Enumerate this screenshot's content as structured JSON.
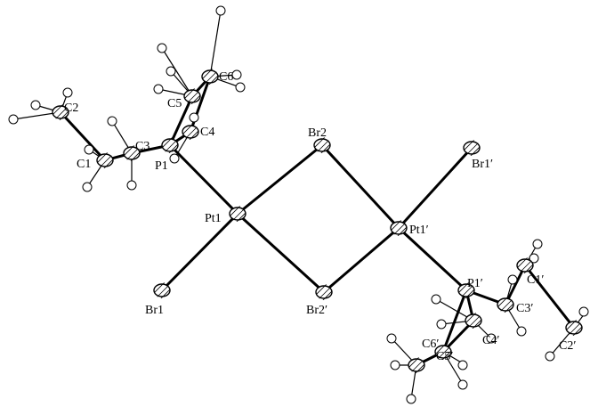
{
  "labels": {
    "pt1": "Pt1",
    "pt1p": "Pt1′",
    "br1": "Br1",
    "br2": "Br2",
    "br1p": "Br1′",
    "br2p": "Br2′",
    "p1": "P1",
    "p1p": "P1′",
    "c1": "C1",
    "c2": "C2",
    "c3": "C3",
    "c4": "C4",
    "c5": "C5",
    "c6": "C6",
    "c1p": "C1′",
    "c2p": "C2′",
    "c3p": "C3′",
    "c4p": "C4′",
    "c5p": "C5′",
    "c6p": "C6′"
  }
}
